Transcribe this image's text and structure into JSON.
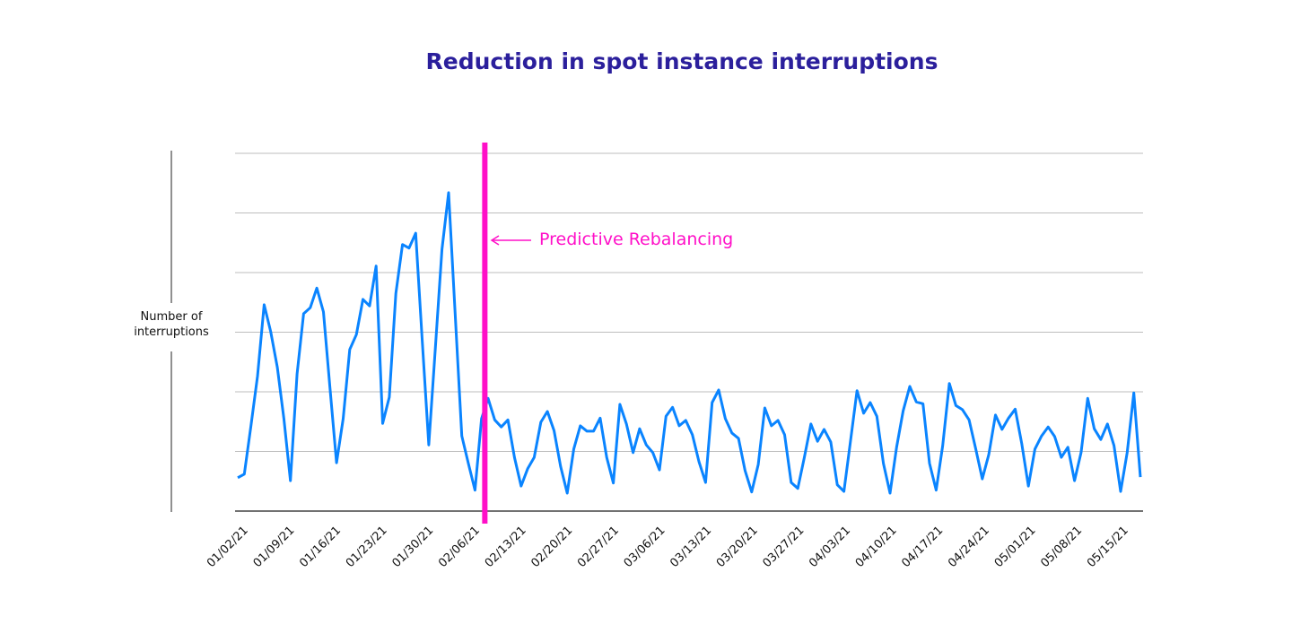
{
  "chart_data": {
    "type": "line",
    "title": "Reduction in spot instance interruptions",
    "xlabel": "",
    "ylabel": "Number of interruptions",
    "ylim": [
      0,
      6
    ],
    "grid": true,
    "y_tick_labels_shown": false,
    "xtick_labels": [
      "01/02/21",
      "01/09/21",
      "01/16/21",
      "01/23/21",
      "01/30/21",
      "02/06/21",
      "02/13/21",
      "02/20/21",
      "02/27/21",
      "03/06/21",
      "03/13/21",
      "03/20/21",
      "03/27/21",
      "04/03/21",
      "04/10/21",
      "04/17/21",
      "04/24/21",
      "05/01/21",
      "05/08/21",
      "05/15/21"
    ],
    "series": [
      {
        "name": "Interruptions",
        "color": "#0a84ff",
        "values": [
          0.56,
          0.62,
          1.43,
          2.26,
          3.46,
          3.01,
          2.41,
          1.55,
          0.51,
          2.3,
          3.31,
          3.41,
          3.74,
          3.34,
          2.06,
          0.81,
          1.55,
          2.71,
          2.96,
          3.55,
          3.44,
          4.11,
          1.47,
          1.91,
          3.65,
          4.47,
          4.41,
          4.66,
          2.86,
          1.11,
          2.75,
          4.39,
          5.34,
          3.31,
          1.26,
          0.8,
          0.35,
          1.55,
          1.89,
          1.53,
          1.41,
          1.53,
          0.9,
          0.42,
          0.71,
          0.9,
          1.49,
          1.67,
          1.35,
          0.75,
          0.3,
          1.04,
          1.43,
          1.34,
          1.34,
          1.56,
          0.9,
          0.47,
          1.79,
          1.46,
          0.98,
          1.38,
          1.11,
          0.98,
          0.69,
          1.59,
          1.74,
          1.43,
          1.52,
          1.28,
          0.83,
          0.48,
          1.82,
          2.03,
          1.55,
          1.31,
          1.22,
          0.68,
          0.32,
          0.78,
          1.73,
          1.43,
          1.52,
          1.28,
          0.48,
          0.38,
          0.9,
          1.46,
          1.17,
          1.37,
          1.16,
          0.44,
          0.33,
          1.17,
          2.02,
          1.64,
          1.82,
          1.59,
          0.8,
          0.3,
          1.07,
          1.68,
          2.09,
          1.83,
          1.8,
          0.8,
          0.35,
          1.1,
          2.14,
          1.77,
          1.7,
          1.53,
          1.05,
          0.54,
          0.95,
          1.61,
          1.37,
          1.56,
          1.71,
          1.13,
          0.42,
          1.04,
          1.26,
          1.41,
          1.25,
          0.9,
          1.07,
          0.51,
          0.98,
          1.89,
          1.38,
          1.2,
          1.46,
          1.1,
          0.33,
          0.98,
          1.98,
          0.57
        ]
      }
    ],
    "annotations": [
      {
        "label": "Predictive Rebalancing",
        "marker_index": 37.5,
        "color": "#ff10c8"
      }
    ]
  }
}
